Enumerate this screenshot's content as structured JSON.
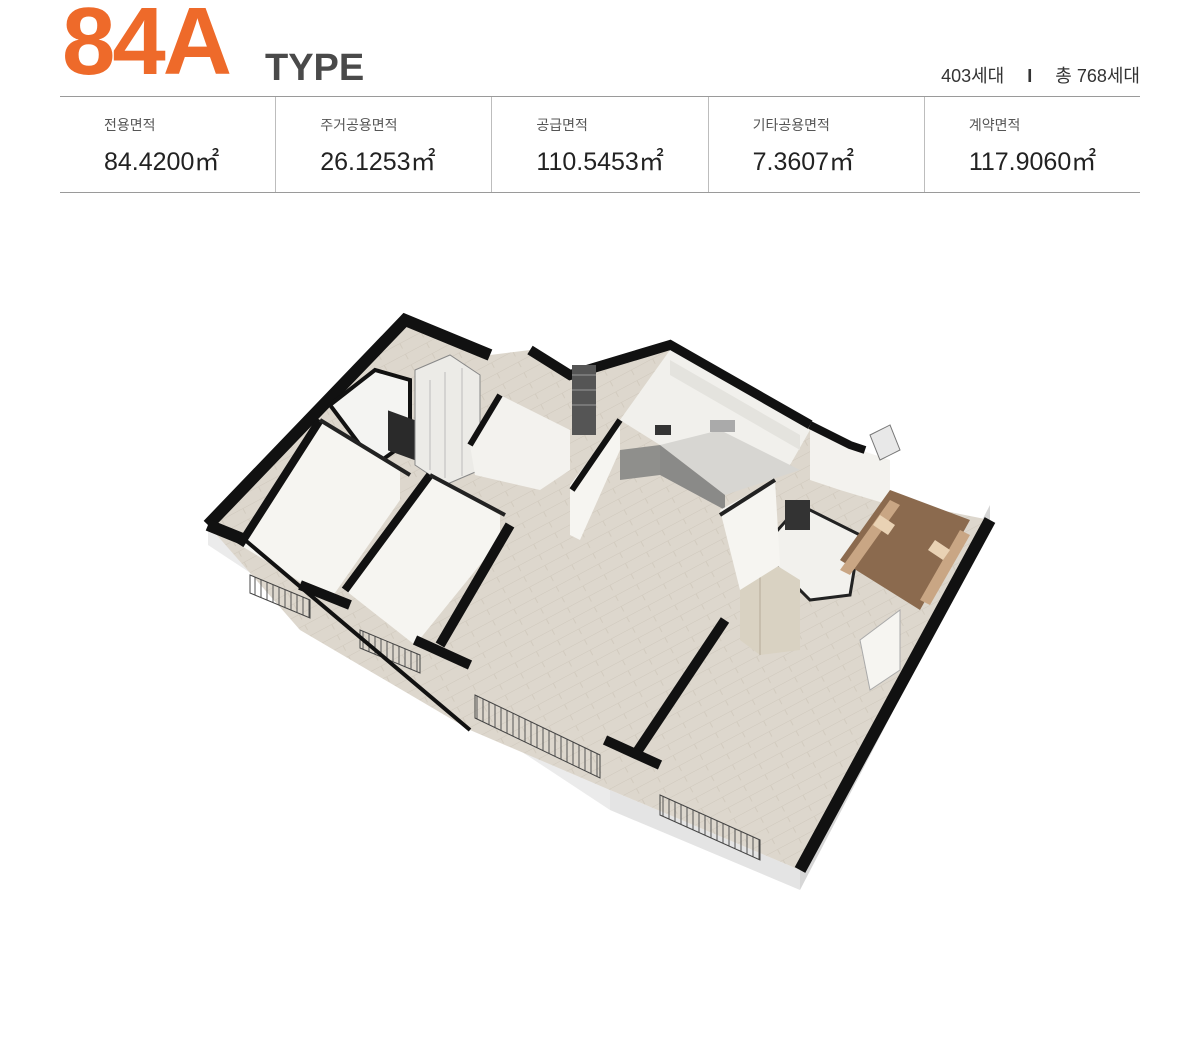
{
  "title": {
    "code": "84A",
    "word": "TYPE"
  },
  "units": {
    "this_type": "403세대",
    "separator": "I",
    "total": "총 768세대"
  },
  "areas": [
    {
      "label": "전용면적",
      "value": "84.4200㎡"
    },
    {
      "label": "주거공용면적",
      "value": "26.1253㎡"
    },
    {
      "label": "공급면적",
      "value": "110.5453㎡"
    },
    {
      "label": "기타공용면적",
      "value": "7.3607㎡"
    },
    {
      "label": "계약면적",
      "value": "117.9060㎡"
    }
  ],
  "colors": {
    "accent": "#ee6a2a",
    "wall": "#111111",
    "floor": "#dcd6cc",
    "interior_wall": "#f3f1ec"
  },
  "plan": {
    "icon": "isometric-floor-plan"
  }
}
